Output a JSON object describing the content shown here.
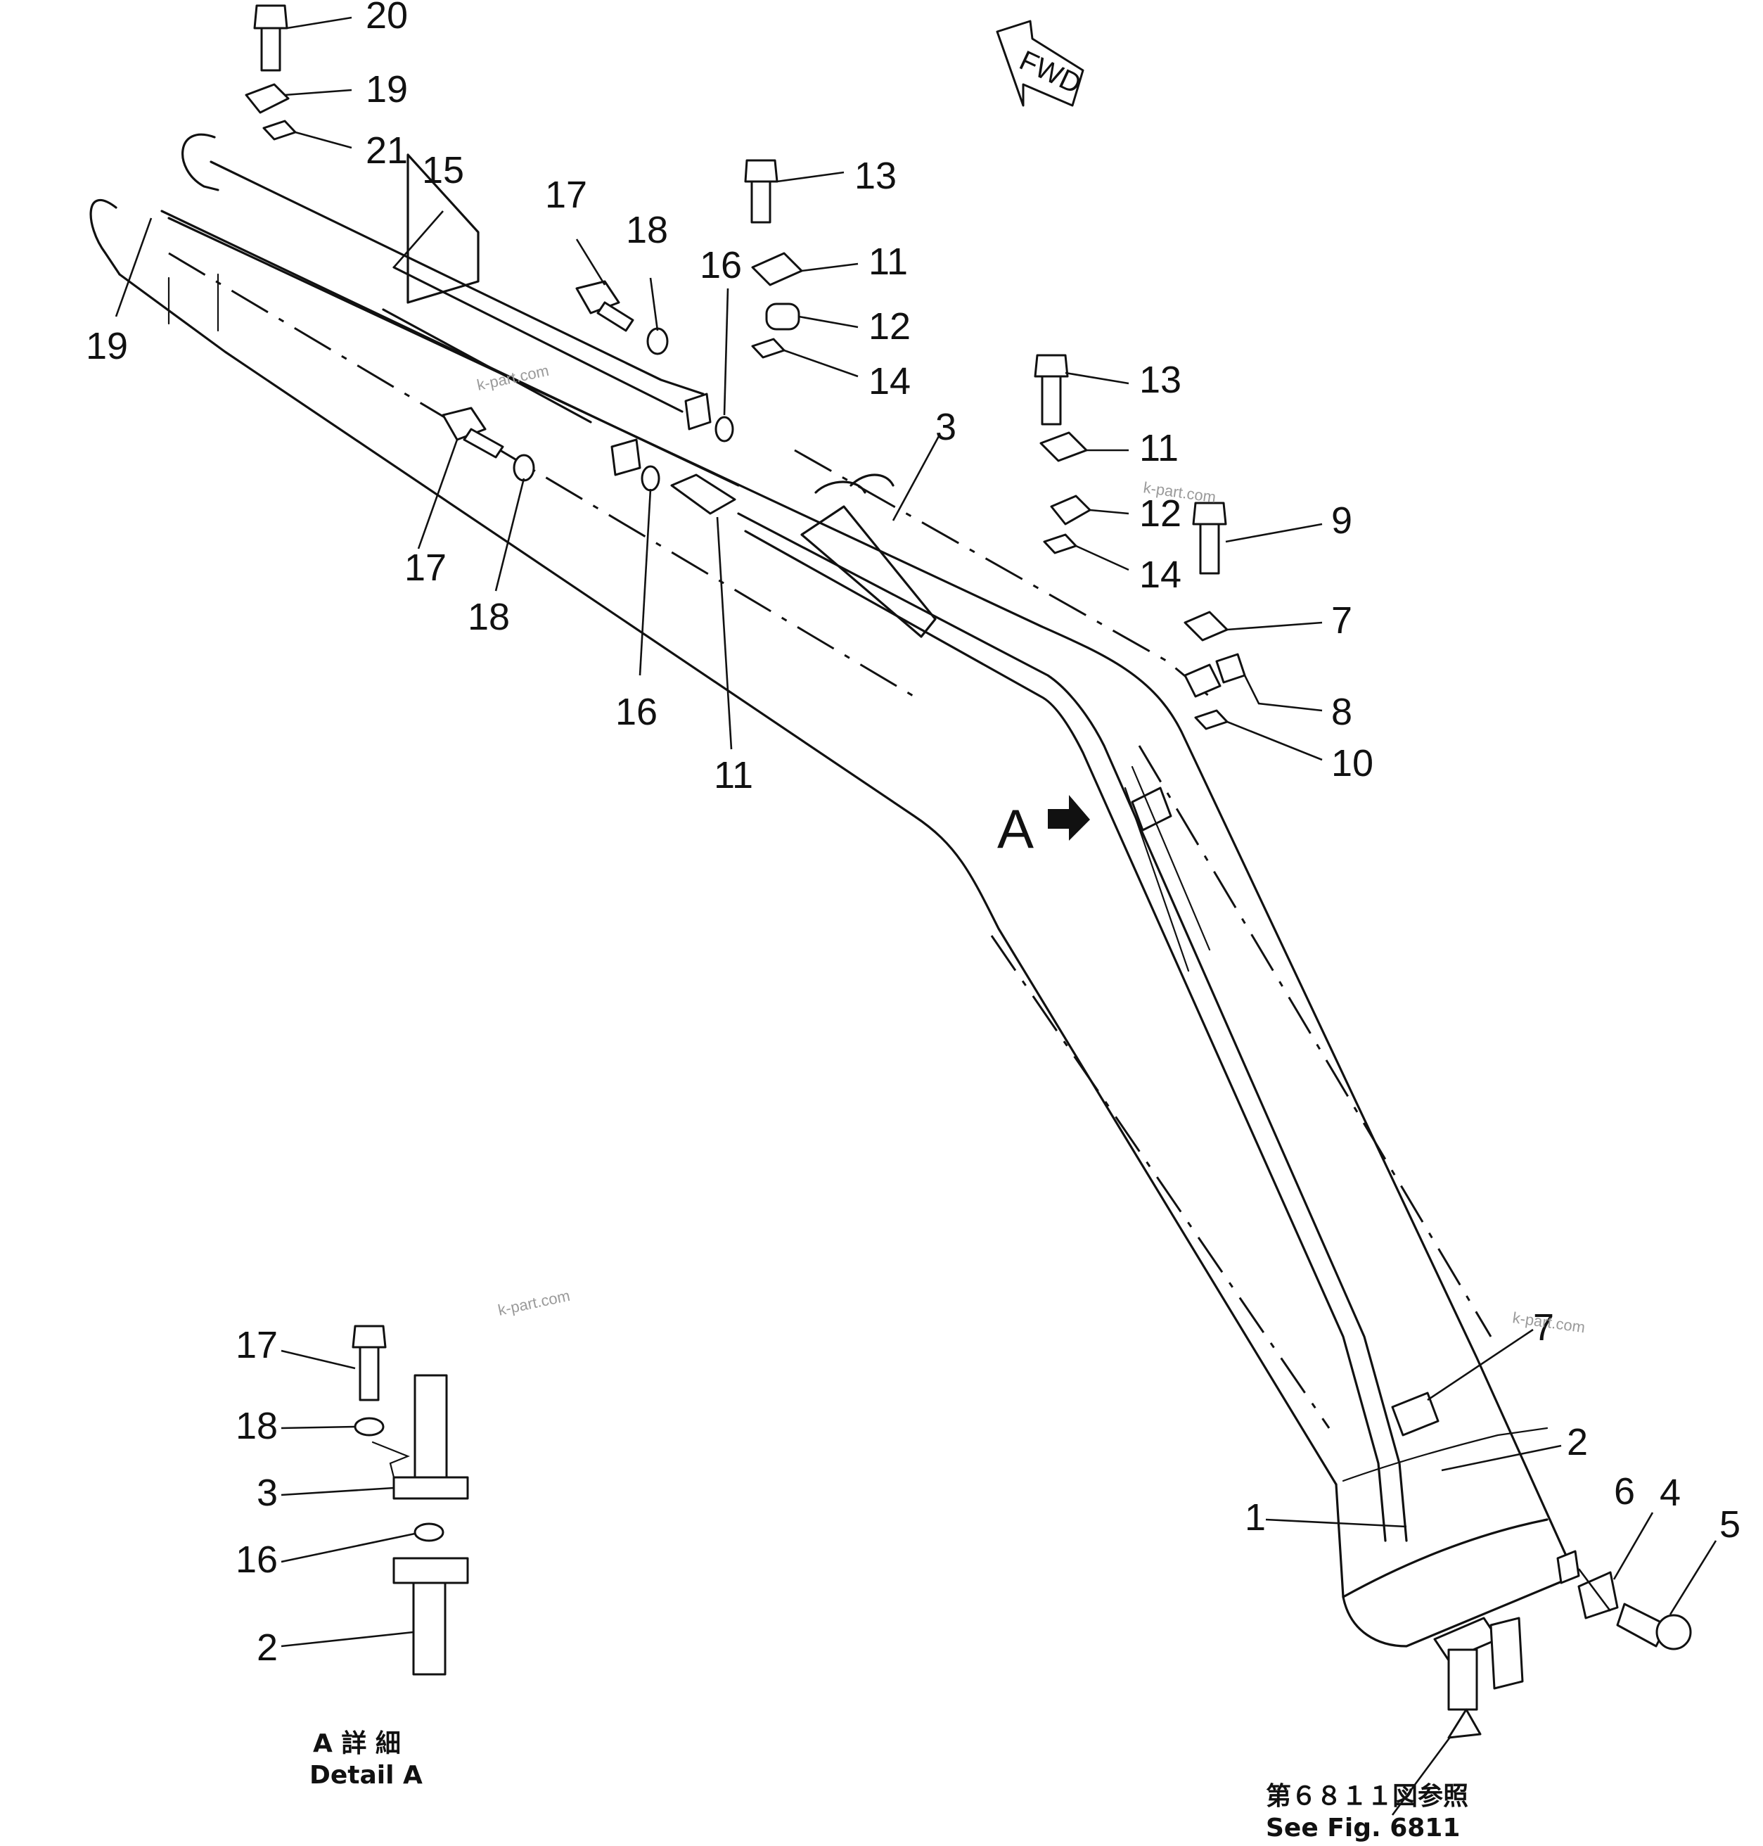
{
  "diagram": {
    "callouts": {
      "c1": "1",
      "c2": "2",
      "c2b": "2",
      "c3": "3",
      "c3b": "3",
      "c4": "4",
      "c5": "5",
      "c6": "6",
      "c7": "7",
      "c7b": "7",
      "c8": "8",
      "c9": "9",
      "c10": "10",
      "c11a": "11",
      "c11b": "11",
      "c11c": "11",
      "c12a": "12",
      "c12b": "12",
      "c13a": "13",
      "c13b": "13",
      "c14a": "14",
      "c14b": "14",
      "c15": "15",
      "c16a": "16",
      "c16b": "16",
      "c16c": "16",
      "c17a": "17",
      "c17b": "17",
      "c17c": "17",
      "c18a": "18",
      "c18b": "18",
      "c18c": "18",
      "c19a": "19",
      "c19b": "19",
      "c20": "20",
      "c21": "21"
    },
    "view_marker": "A",
    "forward_label": "FWD",
    "detail_caption_jp": "A 詳 細",
    "detail_caption_en": "Detail A",
    "reference_jp": "第６８１１図参照",
    "reference_en": "See Fig. 6811",
    "watermark": "k-part.com"
  }
}
